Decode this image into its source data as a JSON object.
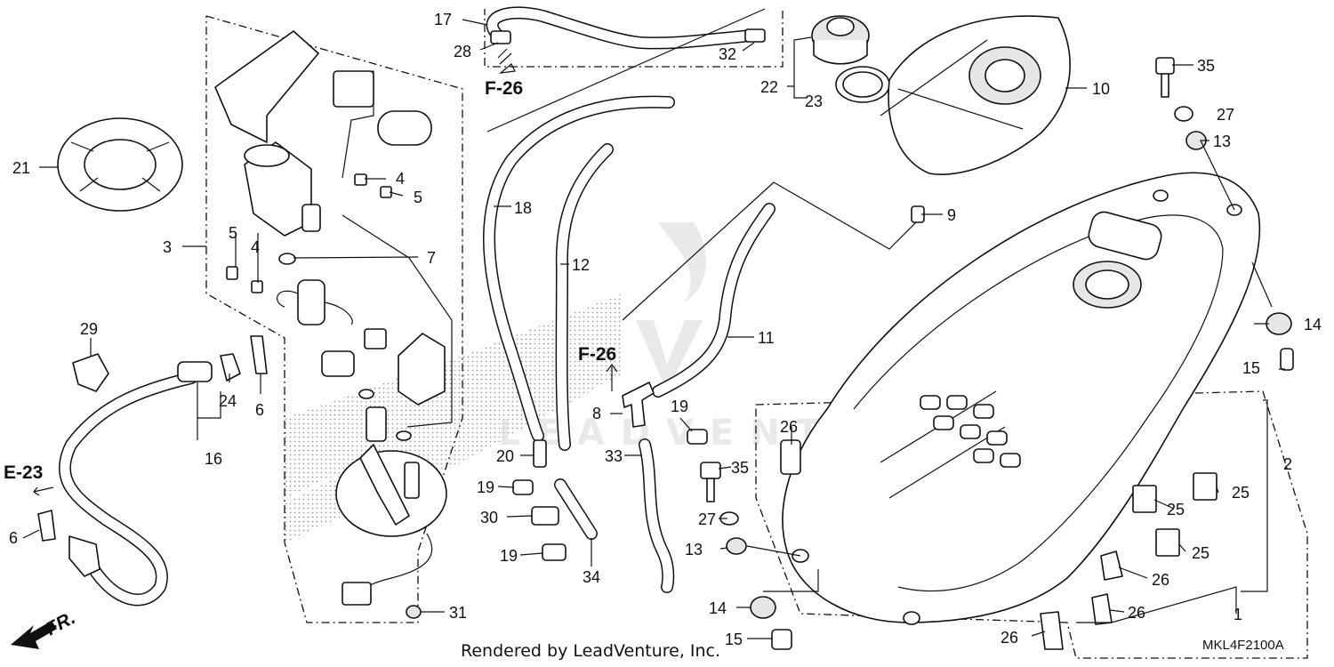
{
  "diagram": {
    "credit": "Rendered by LeadVenture, Inc.",
    "diagram_code": "MKL4F2100A",
    "front_arrow_label": "FR.",
    "watermark": "LEADVENTURE",
    "references": {
      "f26_top": "F-26",
      "f26_mid": "F-26",
      "e23": "E-23"
    },
    "callouts": [
      {
        "id": "c17",
        "text": "17"
      },
      {
        "id": "c28",
        "text": "28"
      },
      {
        "id": "c32",
        "text": "32"
      },
      {
        "id": "c22",
        "text": "22"
      },
      {
        "id": "c23",
        "text": "23"
      },
      {
        "id": "c10",
        "text": "10"
      },
      {
        "id": "c35a",
        "text": "35"
      },
      {
        "id": "c27a",
        "text": "27"
      },
      {
        "id": "c13a",
        "text": "13"
      },
      {
        "id": "c21",
        "text": "21"
      },
      {
        "id": "c4a",
        "text": "4"
      },
      {
        "id": "c5a",
        "text": "5"
      },
      {
        "id": "c3",
        "text": "3"
      },
      {
        "id": "c5b",
        "text": "5"
      },
      {
        "id": "c4b",
        "text": "4"
      },
      {
        "id": "c7",
        "text": "7"
      },
      {
        "id": "c18",
        "text": "18"
      },
      {
        "id": "c12",
        "text": "12"
      },
      {
        "id": "c9",
        "text": "9"
      },
      {
        "id": "c14a",
        "text": "14"
      },
      {
        "id": "c15a",
        "text": "15"
      },
      {
        "id": "c11",
        "text": "11"
      },
      {
        "id": "c29",
        "text": "29"
      },
      {
        "id": "c24",
        "text": "24"
      },
      {
        "id": "c6a",
        "text": "6"
      },
      {
        "id": "c16",
        "text": "16"
      },
      {
        "id": "c8",
        "text": "8"
      },
      {
        "id": "c19a",
        "text": "19"
      },
      {
        "id": "c26a",
        "text": "26"
      },
      {
        "id": "c2",
        "text": "2"
      },
      {
        "id": "c20",
        "text": "20"
      },
      {
        "id": "c33",
        "text": "33"
      },
      {
        "id": "c35b",
        "text": "35"
      },
      {
        "id": "c19b",
        "text": "19"
      },
      {
        "id": "c30",
        "text": "30"
      },
      {
        "id": "c27b",
        "text": "27"
      },
      {
        "id": "c25a",
        "text": "25"
      },
      {
        "id": "c25b",
        "text": "25"
      },
      {
        "id": "c6b",
        "text": "6"
      },
      {
        "id": "c13b",
        "text": "13"
      },
      {
        "id": "c19c",
        "text": "19"
      },
      {
        "id": "c25c",
        "text": "25"
      },
      {
        "id": "c34",
        "text": "34"
      },
      {
        "id": "c26b",
        "text": "26"
      },
      {
        "id": "c14b",
        "text": "14"
      },
      {
        "id": "c26c",
        "text": "26"
      },
      {
        "id": "c31",
        "text": "31"
      },
      {
        "id": "c1",
        "text": "1"
      },
      {
        "id": "c15b",
        "text": "15"
      },
      {
        "id": "c26d",
        "text": "26"
      }
    ]
  }
}
